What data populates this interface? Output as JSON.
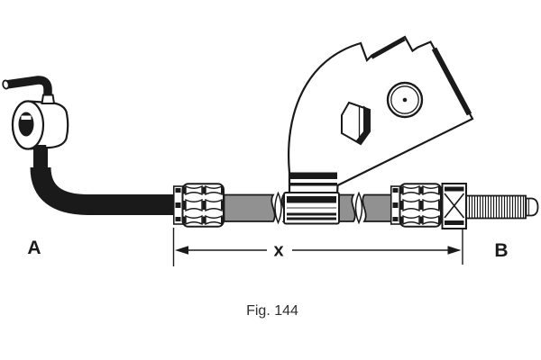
{
  "figure": {
    "caption": "Fig. 144",
    "labels": {
      "left_fitting": "A",
      "right_fitting": "B",
      "dimension": "x"
    }
  },
  "colors": {
    "background": "#ffffff",
    "line": "#1a1a1a",
    "hose_gray": "#919191",
    "caption_text": "#2e2e2e",
    "fill_white": "#ffffff"
  }
}
